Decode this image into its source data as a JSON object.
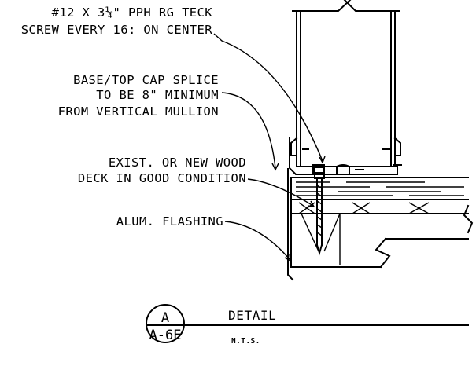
{
  "notes": {
    "screw_line1": "#12 X 3¼\" PPH RG TECK",
    "screw_line2": "SCREW EVERY 16: ON CENTER",
    "splice_line1": "BASE/TOP CAP SPLICE",
    "splice_line2": "TO BE 8\" MINIMUM",
    "splice_line3": "FROM VERTICAL MULLION",
    "deck_line1": "EXIST. OR NEW WOOD",
    "deck_line2": "DECK IN GOOD CONDITION",
    "flashing": "ALUM. FLASHING"
  },
  "detail_tag": {
    "letter": "A",
    "sheet": "A-6E",
    "title": "DETAIL",
    "scale": "N.T.S."
  }
}
